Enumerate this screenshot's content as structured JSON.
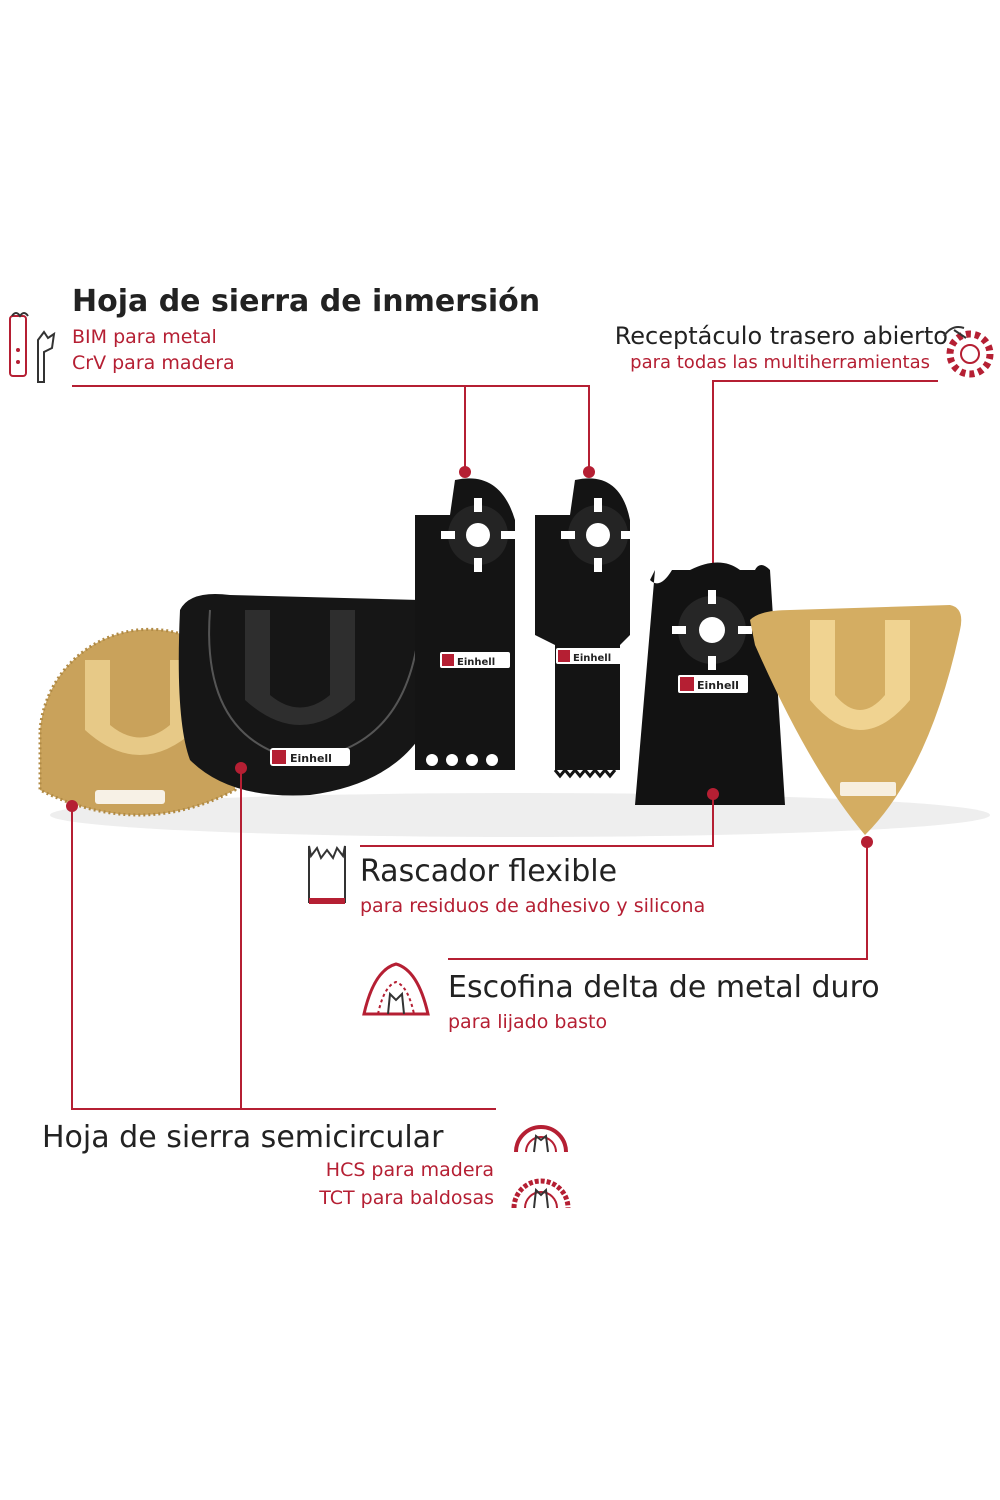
{
  "colors": {
    "accent": "#b51f33",
    "title": "#222222",
    "blade_black": "#151515",
    "blade_gold": "#d4ad62"
  },
  "callouts": {
    "plunge": {
      "title": "Hoja de sierra de inmersión",
      "lines": [
        "BIM para metal",
        "CrV para madera"
      ],
      "icon": "material-icons"
    },
    "receptacle": {
      "title": "Receptáculo trasero abierto",
      "subtitle": "para todas las multiherramientas",
      "icon": "open-mount-icon"
    },
    "scraper": {
      "title": "Rascador flexible",
      "subtitle": "para residuos de adhesivo y silicona",
      "icon": "scraper-icon"
    },
    "delta": {
      "title": "Escofina delta de metal duro",
      "subtitle": "para lijado basto",
      "icon": "delta-rasp-icon"
    },
    "semicircular": {
      "title": "Hoja de sierra semicircular",
      "lines": [
        "HCS para madera",
        "TCT para baldosas"
      ],
      "icon": "semicircular-blade-icon"
    }
  },
  "brand": {
    "logo_text": "Einhell"
  }
}
